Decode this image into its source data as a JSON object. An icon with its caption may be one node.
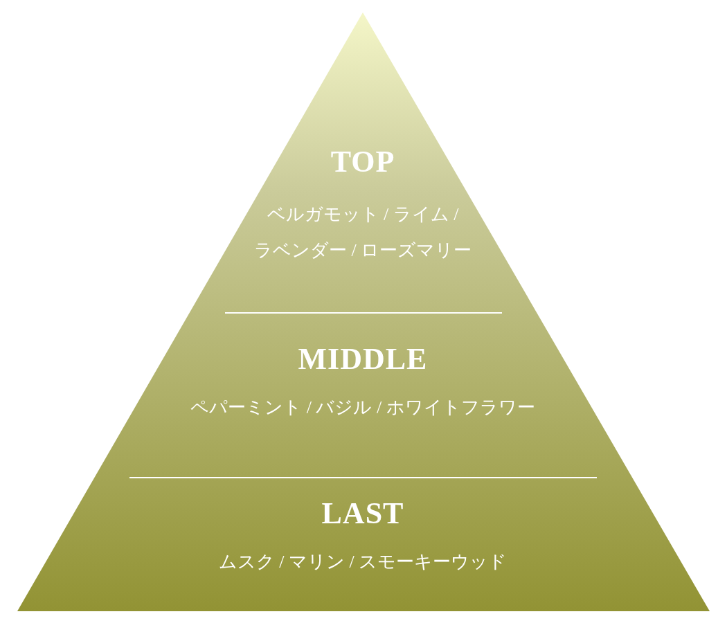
{
  "diagram": {
    "nodes": [
      {
        "text": [],
        "shape": "triangle"
      },
      {
        "text": [
          "TOP",
          "ベルガモット / ライム / ラベンダー / ローズマリー"
        ],
        "in": 0
      },
      {
        "text": [
          "MIDDLE",
          "ペパーミント / バジル / ホワイトフラワー"
        ],
        "in": 0
      },
      {
        "text": [
          "LAST",
          "ムスク / マリン / スモーキーウッド"
        ],
        "in": 0
      }
    ]
  }
}
